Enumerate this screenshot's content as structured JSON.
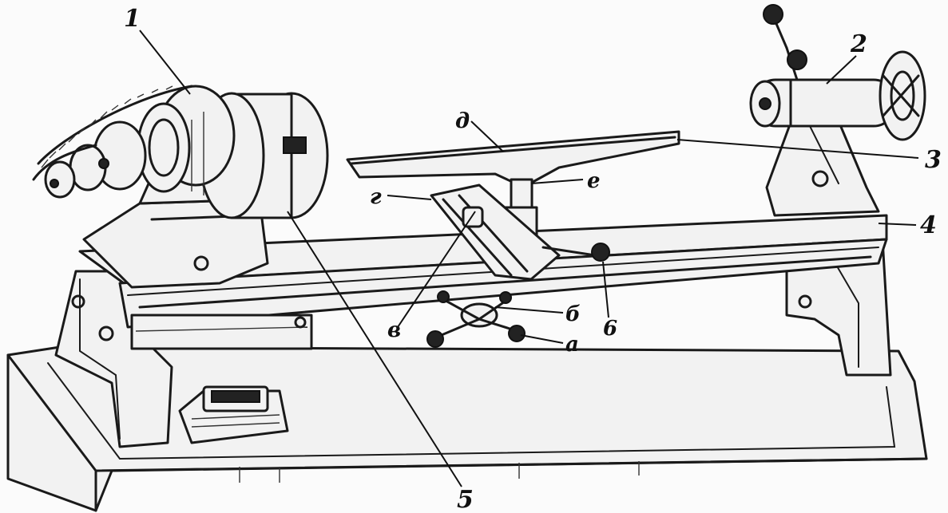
{
  "labels": {
    "n1": "1",
    "n2": "2",
    "n3": "3",
    "n4": "4",
    "n5": "5",
    "n6": "6",
    "a": "а",
    "b": "б",
    "v": "в",
    "g": "г",
    "d": "д",
    "e": "е"
  },
  "colors": {
    "ink": "#1a1a1a",
    "paper": "#fbfbfb"
  }
}
